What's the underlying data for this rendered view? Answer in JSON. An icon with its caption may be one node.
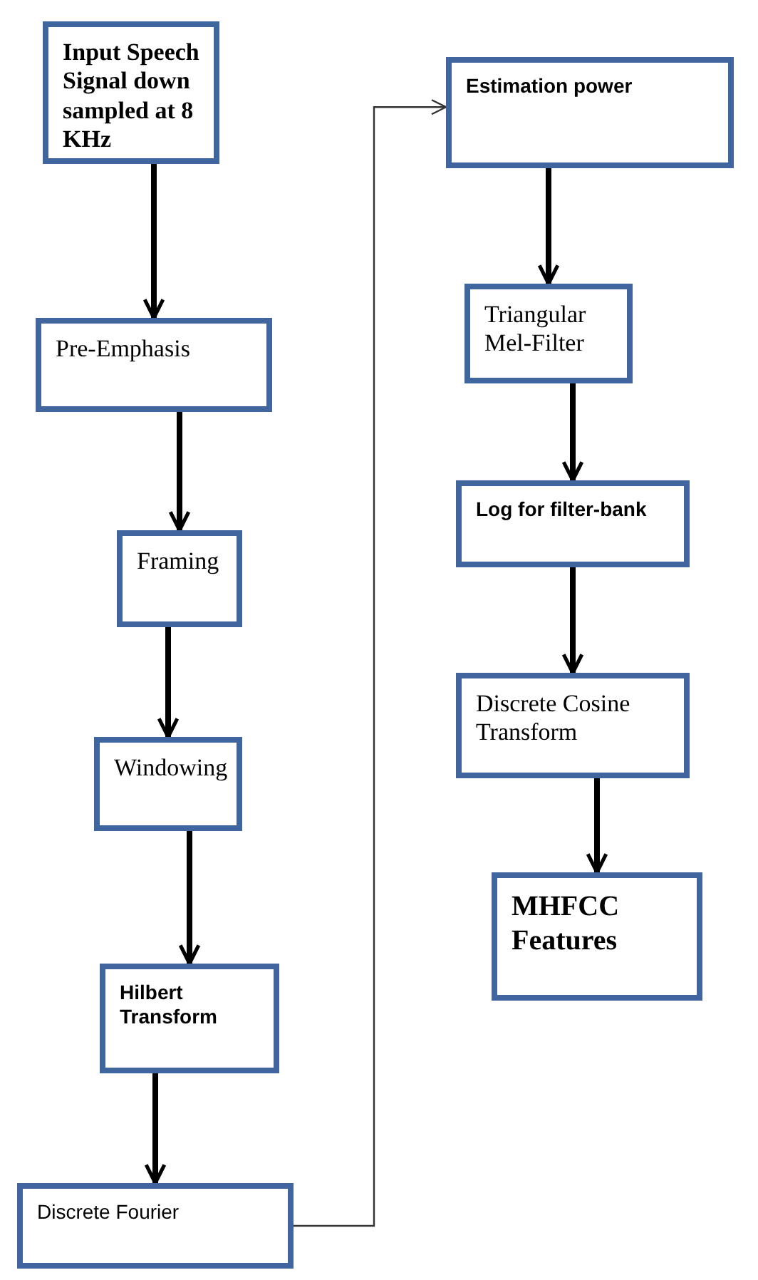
{
  "diagram": {
    "nodes": [
      {
        "text": [
          "Input Speech Signal down sampled at 8 KHz"
        ]
      },
      {
        "text": [
          "Pre-Emphasis"
        ]
      },
      {
        "text": [
          "Framing"
        ]
      },
      {
        "text": [
          "Windowing"
        ]
      },
      {
        "text": [
          "Hilbert Transform"
        ]
      },
      {
        "text": [
          "Discrete Fourier"
        ]
      },
      {
        "text": [
          "Estimation power"
        ]
      },
      {
        "text": [
          "Triangular Mel-Filter"
        ]
      },
      {
        "text": [
          "Log for filter-bank"
        ]
      },
      {
        "text": [
          "Discrete Cosine Transform"
        ]
      },
      {
        "text": [
          "MHFCC Features"
        ]
      }
    ],
    "edges": [
      {
        "from": 0,
        "to": 1,
        "arrow": "to"
      },
      {
        "from": 1,
        "to": 2,
        "arrow": "to"
      },
      {
        "from": 2,
        "to": 3,
        "arrow": "to"
      },
      {
        "from": 3,
        "to": 4,
        "arrow": "to"
      },
      {
        "from": 4,
        "to": 5,
        "arrow": "to"
      },
      {
        "from": 5,
        "to": 6,
        "arrow": "to"
      },
      {
        "from": 6,
        "to": 7,
        "arrow": "to"
      },
      {
        "from": 7,
        "to": 8,
        "arrow": "to"
      },
      {
        "from": 8,
        "to": 9,
        "arrow": "to"
      },
      {
        "from": 9,
        "to": 10,
        "arrow": "to"
      }
    ]
  }
}
